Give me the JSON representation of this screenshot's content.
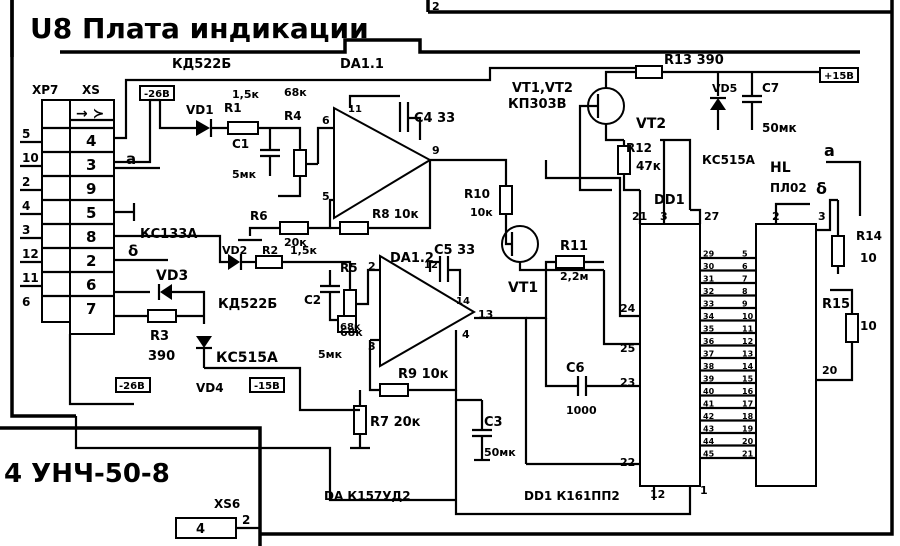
{
  "title": "U8 Плата индикации",
  "top_corner_pin": "2",
  "connector": {
    "xp": "XP7",
    "xs": "XS",
    "left_pins": [
      "5",
      "10",
      "2",
      "4",
      "3",
      "12",
      "11",
      "6"
    ],
    "right_pins": [
      "4",
      "3",
      "9",
      "5",
      "8",
      "2",
      "6",
      "7"
    ],
    "power_neg": "-26В"
  },
  "signals": {
    "a": "a",
    "b": "δ"
  },
  "components": {
    "diode_top": "КД522Б",
    "vd1": "VD1",
    "r1": "R1",
    "r1_val": "1,5к",
    "r4": "R4",
    "r4_val": "68к",
    "c1": "C1",
    "c1_val": "5мк",
    "r6": "R6",
    "r6_val": "20к",
    "r8": "R8 10к",
    "da11": "DA1.1",
    "c4": "C4 33",
    "vt_pair": "VT1,VT2",
    "vt_type": "КП303В",
    "vt2": "VT2",
    "r13": "R13 390",
    "vd5": "VD5",
    "c7": "C7",
    "c7_val": "50мк",
    "plus15": "+15В",
    "kc515_top": "КС515А",
    "r12": "R12",
    "r12_val": "47к",
    "r10": "R10",
    "r10_val": "10к",
    "dd1": "DD1",
    "hl": "HL",
    "hl_type": "ПЛ02",
    "kc133": "КС133А",
    "vd3": "VD3",
    "vd2": "VD2",
    "r2": "R2",
    "r2_val": "1,5к",
    "r5": "R5",
    "r5_val": "68к",
    "c2": "C2",
    "c2_val": "5мк",
    "diode_mid": "КД522Б",
    "da12": "DA1.2",
    "c5": "C5 33",
    "vt1": "VT1",
    "r11": "R11",
    "r11_val": "2,2м",
    "r3": "R3",
    "r3_val": "390",
    "kc515_bot": "КС515А",
    "vd4": "VD4",
    "neg26": "-26В",
    "neg15": "-15В",
    "r9": "R9 10к",
    "r7": "R7 20к",
    "c6": "C6",
    "c6_val": "1000",
    "c3": "C3",
    "c3_val": "50мк",
    "r14": "R14",
    "r14_val": "10",
    "r15": "R15",
    "r15_val": "10",
    "da_type": "DA К157УД2",
    "dd1_type": "DD1 К161ПП2"
  },
  "pins": {
    "da11_in_plus": "6",
    "da11_in_minus": "5",
    "da11_pwr": "11",
    "da11_out": "9",
    "da12_in": "2",
    "da12_in2": "3",
    "da12_pwr": "12",
    "da12_14": "14",
    "da12_out": "13",
    "da12_4": "4",
    "dd1_21": "21",
    "dd1_3": "3",
    "dd1_27": "27",
    "dd1_24": "24",
    "dd1_25": "25",
    "dd1_23": "23",
    "dd1_22": "22",
    "dd1_12": "12",
    "dd1_1": "1",
    "hl_2": "2",
    "hl_3": "3",
    "hl_20": "20",
    "dd1_out": [
      "29",
      "30",
      "31",
      "32",
      "33",
      "34",
      "35",
      "36",
      "37",
      "38",
      "39",
      "40",
      "41",
      "42",
      "43",
      "44",
      "45"
    ],
    "hl_in": [
      "5",
      "6",
      "7",
      "8",
      "9",
      "10",
      "11",
      "12",
      "13",
      "14",
      "15",
      "16",
      "17",
      "18",
      "19",
      "20",
      "21"
    ]
  },
  "bottom": {
    "block_label": "4 УНЧ-50-8",
    "xs6": "XS6",
    "xs6_pin": "4",
    "xs6_right": "2"
  }
}
